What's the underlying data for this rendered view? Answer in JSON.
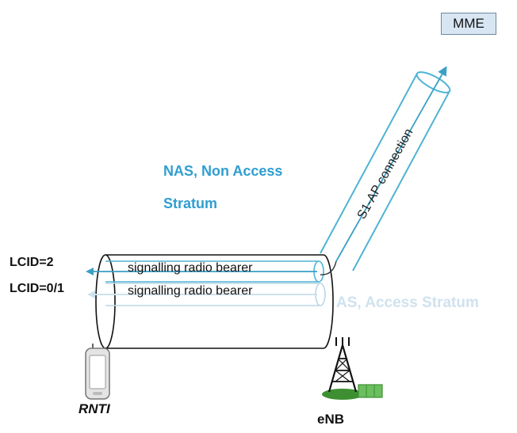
{
  "mme": {
    "label": "MME"
  },
  "nas": {
    "line1": "NAS, Non Access",
    "line2": "Stratum"
  },
  "s1ap": {
    "label": "S1-AP connection"
  },
  "lcid": {
    "upper": "LCID=2",
    "lower": "LCID=0/1"
  },
  "bearers": [
    {
      "label": "signalling radio bearer"
    },
    {
      "label": "signalling radio bearer"
    }
  ],
  "as": {
    "label": "AS, Access Stratum"
  },
  "ue": {
    "label": "RNTI"
  },
  "enb": {
    "label": "eNB"
  },
  "colors": {
    "nas_text": "#2f9ed0",
    "s1_tube": "#4fb3d4",
    "upper_arrow": "#3a9fc6",
    "lower_arrow_and_as_text": "#cfe2ee",
    "mme_box": "#d7e6f2",
    "base_station_ground": "#3e8f32"
  }
}
